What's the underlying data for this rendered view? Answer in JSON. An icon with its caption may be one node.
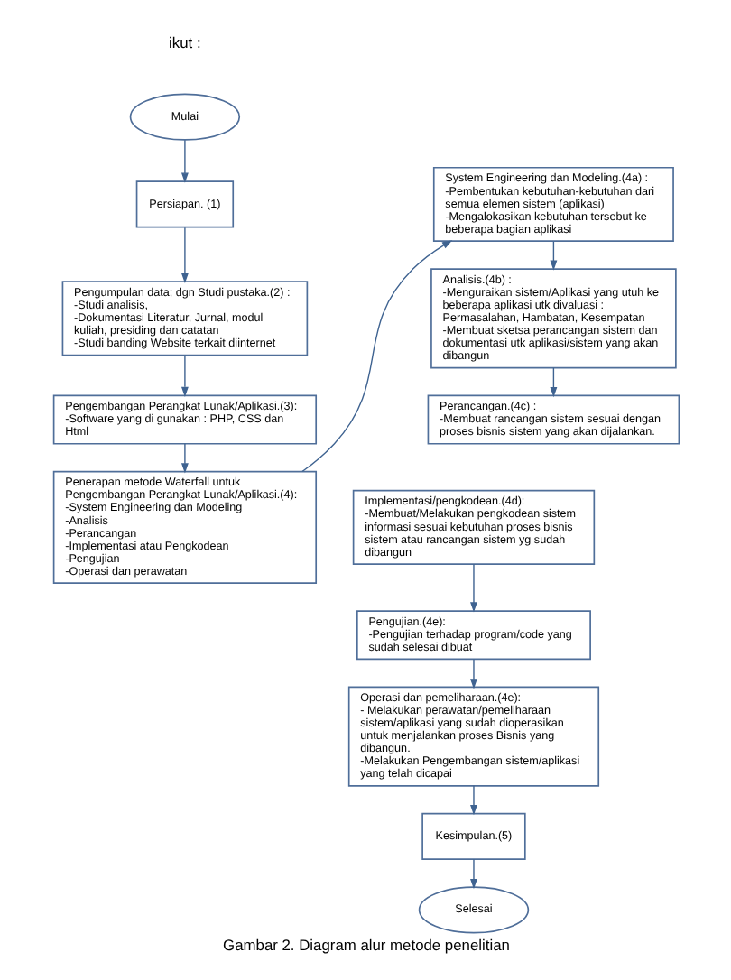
{
  "diagram": {
    "caption": "Gambar 2. Diagram alur metode penelitian",
    "nodes": [
      {
        "text": [
          "Mulai"
        ]
      },
      {
        "text": [
          "Persiapan. (1)"
        ]
      },
      {
        "text": [
          "Pengumpulan data; dgn Studi pustaka.(2) :",
          "-Studi analisis,",
          "-Dokumentasi Literatur, Jurnal, modul kuliah, presiding dan catatan",
          "-Studi banding Website terkait diinternet"
        ]
      },
      {
        "text": [
          "Pengembangan Perangkat Lunak/Aplikasi.(3):",
          "-Software yang di gunakan : PHP, CSS dan Html"
        ]
      },
      {
        "text": [
          "Penerapan metode Waterfall untuk Pengembangan Perangkat Lunak/Aplikasi.(4):",
          "-System Engineering dan Modeling",
          "-Analisis",
          "-Perancangan",
          "-Implementasi atau Pengkodean",
          "-Pengujian",
          "-Operasi dan perawatan"
        ]
      },
      {
        "text": [
          "System Engineering dan Modeling.(4a) :",
          "-Pembentukan kebutuhan-kebutuhan dari semua elemen sistem (aplikasi)",
          "-Mengalokasikan kebutuhan tersebut ke beberapa bagian aplikasi"
        ]
      },
      {
        "text": [
          "Analisis.(4b) :",
          "-Menguraikan sistem/Aplikasi yang utuh ke beberapa aplikasi utk divaluasi : Permasalahan, Hambatan, Kesempatan",
          "-Membuat sketsa perancangan sistem dan dokumentasi utk aplikasi/sistem yang akan dibangun"
        ]
      },
      {
        "text": [
          "Perancangan.(4c) :",
          "-Membuat rancangan sistem sesuai dengan proses bisnis sistem yang akan dijalankan."
        ]
      },
      {
        "text": [
          "Implementasi/pengkodean.(4d):",
          "-Membuat/Melakukan pengkodean sistem informasi sesuai kebutuhan proses bisnis sistem atau rancangan sistem yg sudah dibangun"
        ]
      },
      {
        "text": [
          "Pengujian.(4e):",
          "-Pengujian terhadap program/code yang sudah selesai dibuat"
        ]
      },
      {
        "text": [
          "Operasi dan pemeliharaan.(4e):",
          "- Melakukan perawatan/pemeliharaan sistem/aplikasi yang sudah dioperasikan untuk menjalankan proses Bisnis yang dibangun.",
          "-Melakukan Pengembangan sistem/aplikasi yang telah dicapai"
        ]
      },
      {
        "text": [
          "Kesimpulan.(5)"
        ]
      },
      {
        "text": [
          "Selesai"
        ]
      }
    ],
    "edges": [
      {
        "from": 0,
        "to": 1,
        "arrow": "to"
      },
      {
        "from": 1,
        "to": 2,
        "arrow": "to"
      },
      {
        "from": 2,
        "to": 3,
        "arrow": "to"
      },
      {
        "from": 3,
        "to": 4,
        "arrow": "to"
      },
      {
        "from": 4,
        "to": 5,
        "arrow": "to"
      },
      {
        "from": 5,
        "to": 6,
        "arrow": "to"
      },
      {
        "from": 6,
        "to": 7,
        "arrow": "to"
      },
      {
        "from": 8,
        "to": 9,
        "arrow": "to"
      },
      {
        "from": 9,
        "to": 10,
        "arrow": "to"
      },
      {
        "from": 10,
        "to": 11,
        "arrow": "to"
      },
      {
        "from": 11,
        "to": 12,
        "arrow": "to"
      }
    ],
    "labels": [
      "ikut :"
    ]
  }
}
